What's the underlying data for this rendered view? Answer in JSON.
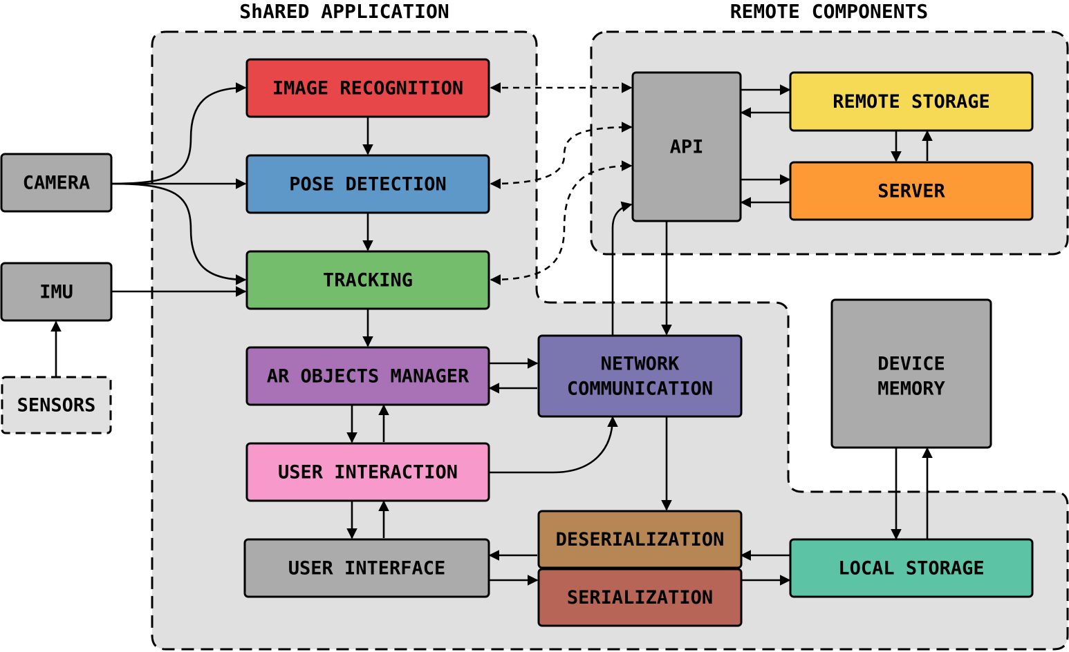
{
  "titles": {
    "shared_application": "ShARED APPLICATION",
    "remote_components": "REMOTE COMPONENTS"
  },
  "nodes": {
    "camera": {
      "lines": [
        "CAMERA"
      ],
      "fill": "#ababab"
    },
    "imu": {
      "lines": [
        "IMU"
      ],
      "fill": "#ababab"
    },
    "sensors": {
      "lines": [
        "SENSORS"
      ],
      "fill": "#e0e0e0"
    },
    "image_recognition": {
      "lines": [
        "IMAGE RECOGNITION"
      ],
      "fill": "#e8474a"
    },
    "pose_detection": {
      "lines": [
        "POSE DETECTION"
      ],
      "fill": "#5e98c8"
    },
    "tracking": {
      "lines": [
        "TRACKING"
      ],
      "fill": "#74bd6d"
    },
    "ar_objects_manager": {
      "lines": [
        "AR OBJECTS MANAGER"
      ],
      "fill": "#a972b6"
    },
    "user_interaction": {
      "lines": [
        "USER INTERACTION"
      ],
      "fill": "#f79acb"
    },
    "user_interface": {
      "lines": [
        "USER INTERFACE"
      ],
      "fill": "#ababab"
    },
    "network_communication": {
      "lines": [
        "NETWORK",
        "COMMUNICATION"
      ],
      "fill": "#7b75b0"
    },
    "deserialization": {
      "lines": [
        "DESERIALIZATION"
      ],
      "fill": "#b78655"
    },
    "serialization": {
      "lines": [
        "SERIALIZATION"
      ],
      "fill": "#b76556"
    },
    "api": {
      "lines": [
        "API"
      ],
      "fill": "#ababab"
    },
    "remote_storage": {
      "lines": [
        "REMOTE STORAGE"
      ],
      "fill": "#f6da55"
    },
    "server": {
      "lines": [
        "SERVER"
      ],
      "fill": "#fd9a35"
    },
    "device_memory": {
      "lines": [
        "DEVICE",
        "MEMORY"
      ],
      "fill": "#ababab"
    },
    "local_storage": {
      "lines": [
        "LOCAL STORAGE"
      ],
      "fill": "#5dc3a5"
    }
  }
}
